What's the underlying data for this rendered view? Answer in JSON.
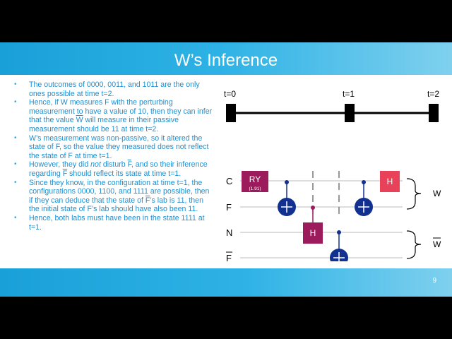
{
  "slide": {
    "title": "W’s Inference",
    "page_number": "9",
    "bullets": [
      {
        "parts": [
          {
            "t": "The outcomes of 0000, 0011, and 1011 are the only ones possible at time t=2."
          }
        ]
      },
      {
        "parts": [
          {
            "t": "Hence, if W measures F with the perturbing measurement to have a value of 10, then they can infer that the value "
          },
          {
            "t": "W",
            "style": "overline"
          },
          {
            "t": " will measure in their passive measurement should be 11 at time t=2."
          }
        ]
      },
      {
        "parts": [
          {
            "t": "W’s measurement was non-passive, so it altered the state of F, so the value they measured does not reflect the  state of F at time t=1."
          }
        ]
      },
      {
        "parts": [
          {
            "t": "However, they did "
          },
          {
            "t": "not",
            "style": "italic"
          },
          {
            "t": " disturb "
          },
          {
            "t": "F",
            "style": "overline"
          },
          {
            "t": ", and so their inference regarding "
          },
          {
            "t": "F",
            "style": "overline"
          },
          {
            "t": " should reflect its state at time t=1."
          }
        ]
      },
      {
        "parts": [
          {
            "t": "Since they know, in the configuration at time t=1, the configurations 0000, 1100, and 1111 are possible, then if they can deduce that the state of "
          },
          {
            "t": "F",
            "style": "overline"
          },
          {
            "t": "’s lab is 11, then the initial state of F’s lab should have also been 11."
          }
        ]
      },
      {
        "parts": [
          {
            "t": "Hence, both labs must have been in the state 1111 at t=1."
          }
        ]
      }
    ]
  },
  "circuit": {
    "timeline": [
      "t=0",
      "t=1",
      "t=2"
    ],
    "wires": [
      "C",
      "F",
      "N",
      "F"
    ],
    "gates": {
      "ry_label": "RY",
      "ry_param": "(1.91)",
      "h_label": "H"
    },
    "groups": [
      "W",
      "W"
    ],
    "colors": {
      "ry": "#9c1b5c",
      "h_first": "#9c1b5c",
      "h_last": "#e8415a",
      "cnot": "#12308f",
      "title_bar": "#2fb3e6",
      "bullet_text": "#1f8fd0"
    }
  }
}
